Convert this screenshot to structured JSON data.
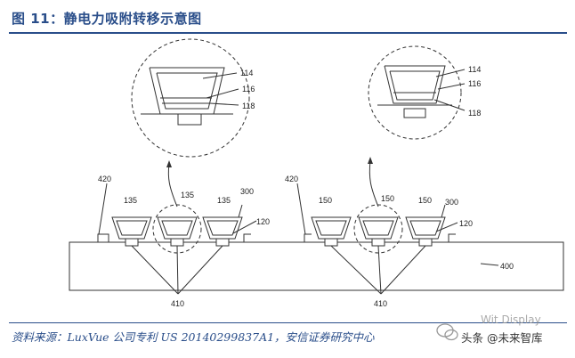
{
  "figure": {
    "title": "图 11：静电力吸附转移示意图",
    "source": "资料来源：LuxVue 公司专利 US 20140299837A1，安信证券研究中心"
  },
  "labels": {
    "left_zoom": [
      "114",
      "116",
      "118"
    ],
    "right_zoom": [
      "114",
      "116",
      "118"
    ],
    "left_head": "420",
    "right_head": "420",
    "left_devices": [
      "135",
      "135",
      "135"
    ],
    "right_devices": [
      "150",
      "150",
      "150"
    ],
    "left_300": "300",
    "right_300": "300",
    "left_120": "120",
    "right_120": "120",
    "substrate": "400",
    "left_bond": "410",
    "right_bond": "410"
  },
  "watermark": {
    "english": "Wit Display",
    "chinese": "头条 @未来智库"
  }
}
